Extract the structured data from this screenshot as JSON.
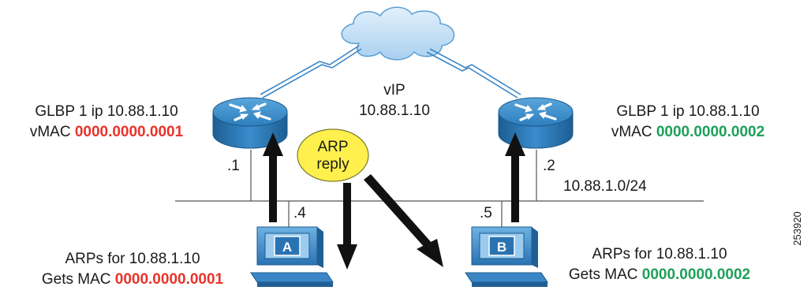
{
  "cloud": {
    "label": ""
  },
  "vip": {
    "line1": "vIP",
    "line2": "10.88.1.10"
  },
  "router_left": {
    "glbp_text": "GLBP 1 ip 10.88.1.10",
    "vmac_prefix": "vMAC ",
    "vmac_value": "0000.0000.0001",
    "vmac_color": "#e8332a",
    "port_label": ".1"
  },
  "router_right": {
    "glbp_text": "GLBP 1 ip 10.88.1.10",
    "vmac_prefix": "vMAC ",
    "vmac_value": "0000.0000.0002",
    "vmac_color": "#1ea05a",
    "port_label": ".2"
  },
  "arp_reply": {
    "line1": "ARP",
    "line2": "reply",
    "color": "#fff04d"
  },
  "subnet_label": "10.88.1.0/24",
  "host_a": {
    "letter": "A",
    "port_label": ".4",
    "arps_text": "ARPs for 10.88.1.10",
    "gets_prefix": "Gets MAC ",
    "gets_value": "0000.0000.0001",
    "mac_color": "#e8332a"
  },
  "host_b": {
    "letter": "B",
    "port_label": ".5",
    "arps_text": "ARPs for 10.88.1.10",
    "gets_prefix": "Gets MAC ",
    "gets_value": "0000.0000.0002",
    "mac_color": "#1ea05a"
  },
  "figure_id": "253920",
  "colors": {
    "device_blue": "#2a7fc1",
    "device_light": "#9ccbf0",
    "cloud_fill": "#bcdcf5",
    "cloud_stroke": "#5a9fd4"
  }
}
